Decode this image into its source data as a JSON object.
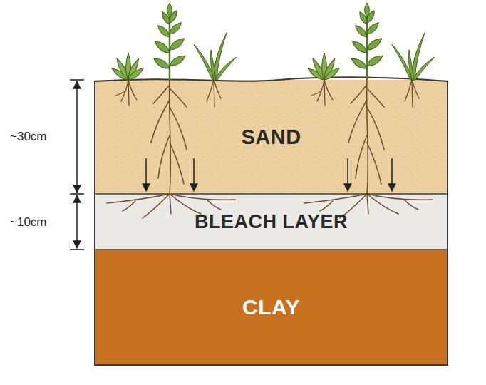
{
  "diagram": {
    "nodes": [
      {
        "text": [
          "SAND"
        ]
      },
      {
        "text": [
          "BLEACH LAYER"
        ]
      },
      {
        "text": [
          "CLAY"
        ]
      }
    ],
    "labels": [
      "~30cm",
      "~10cm"
    ]
  }
}
